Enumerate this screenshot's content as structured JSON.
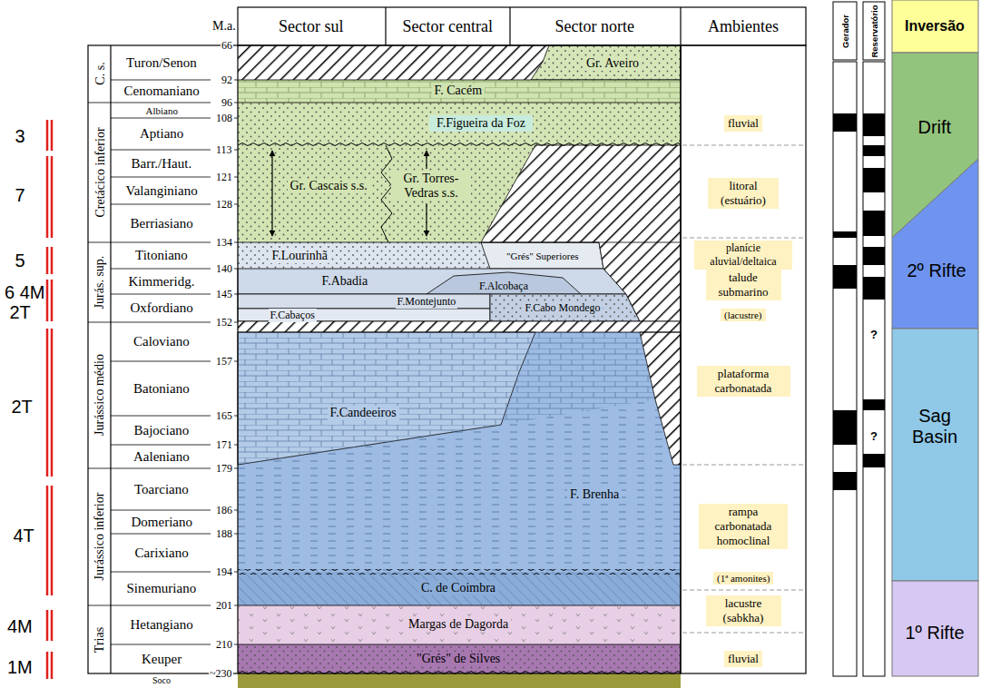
{
  "diagram": {
    "nodes": [
      {
        "text": [
          "Gr. Aveiro"
        ]
      },
      {
        "text": [
          "F. Cacém"
        ]
      },
      {
        "text": [
          "F.Figueira da Foz"
        ]
      },
      {
        "text": [
          "Gr. Cascais s.s."
        ]
      },
      {
        "text": [
          "Gr. Torres-Vedras s.s."
        ]
      },
      {
        "text": [
          "F.Lourinhã"
        ]
      },
      {
        "text": [
          "\"Grés\" Superiores"
        ]
      },
      {
        "text": [
          "F.Abadia"
        ]
      },
      {
        "text": [
          "F.Alcobaça"
        ]
      },
      {
        "text": [
          "F.Montejunto"
        ]
      },
      {
        "text": [
          "F.Cabaços"
        ]
      },
      {
        "text": [
          "F.Cabo Mondego"
        ]
      },
      {
        "text": [
          "F.Candeeiros"
        ]
      },
      {
        "text": [
          "F. Brenha"
        ]
      },
      {
        "text": [
          "C. de Coimbra"
        ]
      },
      {
        "text": [
          "Margas de Dagorda"
        ]
      },
      {
        "text": [
          "\"Grés\" de Silves"
        ]
      },
      {
        "text": [
          "fluvial"
        ]
      },
      {
        "text": [
          "litoral (estuário)"
        ]
      },
      {
        "text": [
          "planície aluvial/deltaica"
        ]
      },
      {
        "text": [
          "talude submarino"
        ]
      },
      {
        "text": [
          "(lacustre)"
        ]
      },
      {
        "text": [
          "plataforma carbonatada"
        ]
      },
      {
        "text": [
          "rampa carbonatada homoclinal"
        ]
      },
      {
        "text": [
          "(1ª amonites)"
        ]
      },
      {
        "text": [
          "lacustre (sabkha)"
        ]
      },
      {
        "text": [
          "fluvial"
        ]
      },
      {
        "text": [
          "Inversão"
        ]
      },
      {
        "text": [
          "Drift"
        ]
      },
      {
        "text": [
          "2º Rifte"
        ]
      },
      {
        "text": [
          "Sag Basin"
        ]
      },
      {
        "text": [
          "1º Rifte"
        ]
      }
    ],
    "labels": [
      "M.a.",
      "Sector sul",
      "Sector central",
      "Sector norte",
      "Ambientes",
      "Gerador",
      "Reservatório",
      "3",
      "7",
      "5",
      "6 4M",
      "2T",
      "2T",
      "4T",
      "4M",
      "1M",
      "C. s.",
      "Cretácico inferior",
      "Jurás. sup.",
      "Jurássico médio",
      "Jurássico inferior",
      "Trias",
      "Turon/Senon",
      "Cenomaniano",
      "Albiano",
      "Aptiano",
      "Barr./Haut.",
      "Valanginiano",
      "Berriasiano",
      "Titoniano",
      "Kimmeridg.",
      "Oxfordiano",
      "Caloviano",
      "Batoniano",
      "Bajociano",
      "Aaleniano",
      "Toarciano",
      "Domeriano",
      "Carixiano",
      "Sinemuriano",
      "Hetangiano",
      "Keuper",
      "Soco",
      "66",
      "92",
      "96",
      "108",
      "113",
      "121",
      "128",
      "134",
      "140",
      "145",
      "152",
      "157",
      "165",
      "171",
      "179",
      "186",
      "188",
      "194",
      "201",
      "210",
      "~230",
      "?",
      "?"
    ]
  }
}
